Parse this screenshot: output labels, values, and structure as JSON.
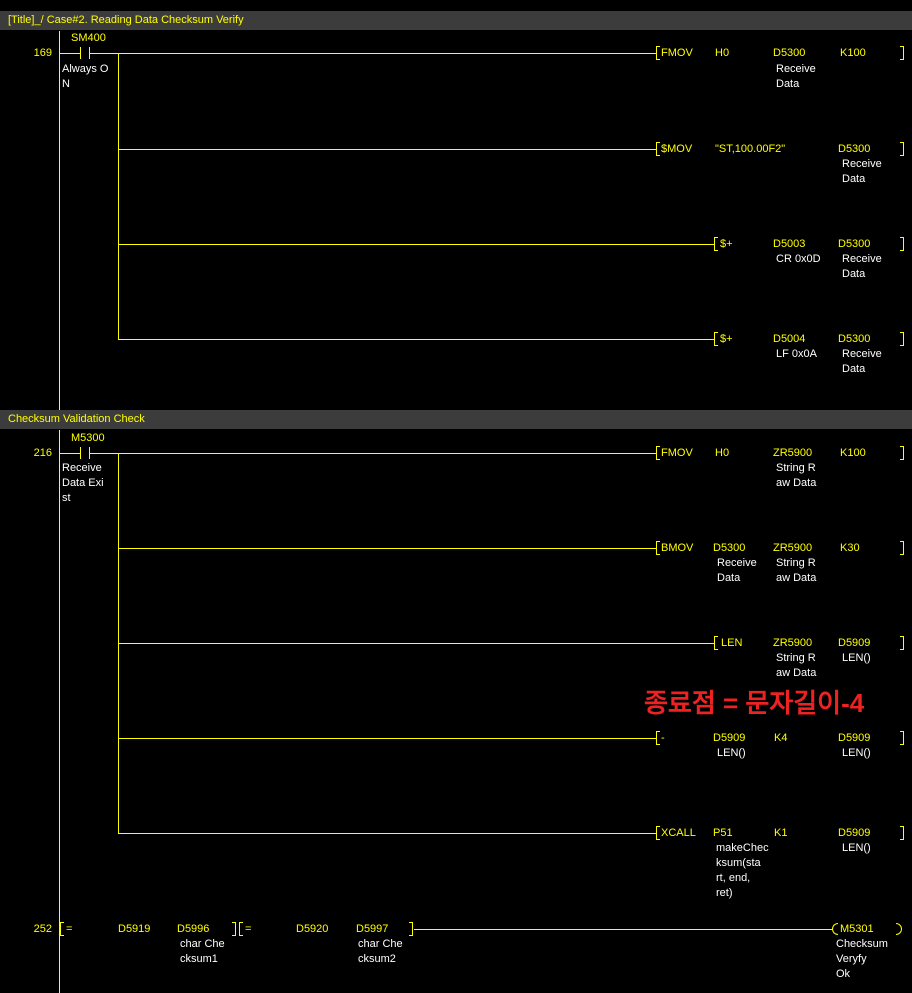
{
  "colors": {
    "background": "#000000",
    "ladder": "#ffff00",
    "header_bg": "#3c3c3c",
    "comment": "#ffffff",
    "annotation": "#ee2222"
  },
  "sections": [
    {
      "title": "[Title]_/ Case#2. Reading Data Checksum Verify"
    },
    {
      "title": "Checksum Validation Check"
    }
  ],
  "rungs": [
    {
      "step": "169",
      "contact": {
        "device": "SM400",
        "comment": "Always O\nN"
      },
      "instructions": [
        {
          "mnemonic": "FMOV",
          "ops": [
            {
              "dev": "H0",
              "cmt": ""
            },
            {
              "dev": "D5300",
              "cmt": "Receive\nData"
            },
            {
              "dev": "K100",
              "cmt": ""
            }
          ]
        },
        {
          "mnemonic": "$MOV",
          "ops": [
            {
              "dev": "\"ST,100.00F2\"",
              "cmt": ""
            },
            {
              "dev": "D5300",
              "cmt": "Receive\nData"
            }
          ]
        },
        {
          "mnemonic": "$+",
          "ops": [
            {
              "dev": "D5003",
              "cmt": "CR 0x0D"
            },
            {
              "dev": "D5300",
              "cmt": "Receive\nData"
            }
          ]
        },
        {
          "mnemonic": "$+",
          "ops": [
            {
              "dev": "D5004",
              "cmt": "LF 0x0A"
            },
            {
              "dev": "D5300",
              "cmt": "Receive\nData"
            }
          ]
        }
      ]
    },
    {
      "step": "216",
      "contact": {
        "device": "M5300",
        "comment": "Receive\nData Exi\nst"
      },
      "instructions": [
        {
          "mnemonic": "FMOV",
          "ops": [
            {
              "dev": "H0",
              "cmt": ""
            },
            {
              "dev": "ZR5900",
              "cmt": "String R\naw Data"
            },
            {
              "dev": "K100",
              "cmt": ""
            }
          ]
        },
        {
          "mnemonic": "BMOV",
          "ops": [
            {
              "dev": "D5300",
              "cmt": "Receive\nData"
            },
            {
              "dev": "ZR5900",
              "cmt": "String R\naw Data"
            },
            {
              "dev": "K30",
              "cmt": ""
            }
          ]
        },
        {
          "mnemonic": "LEN",
          "ops": [
            {
              "dev": "ZR5900",
              "cmt": "String R\naw Data"
            },
            {
              "dev": "D5909",
              "cmt": "LEN()"
            }
          ]
        },
        {
          "mnemonic": "-",
          "ops": [
            {
              "dev": "D5909",
              "cmt": "LEN()"
            },
            {
              "dev": "K4",
              "cmt": ""
            },
            {
              "dev": "D5909",
              "cmt": "LEN()"
            }
          ]
        },
        {
          "mnemonic": "XCALL",
          "ops": [
            {
              "dev": "P51",
              "cmt": "makeChec\nksum(sta\nrt, end,\nret)"
            },
            {
              "dev": "K1",
              "cmt": ""
            },
            {
              "dev": "D5909",
              "cmt": "LEN()"
            }
          ]
        }
      ]
    },
    {
      "step": "252",
      "compare1": {
        "op": "=",
        "a": "D5919",
        "a_cmt": "",
        "b": "D5996",
        "b_cmt": "char Che\ncksum1"
      },
      "compare2": {
        "op": "=",
        "a": "D5920",
        "a_cmt": "",
        "b": "D5997",
        "b_cmt": "char Che\ncksum2"
      },
      "coil": {
        "device": "M5301",
        "comment": "Checksum\nVeryfy\nOk"
      }
    }
  ],
  "annotation": "종료점 = 문자길이-4"
}
